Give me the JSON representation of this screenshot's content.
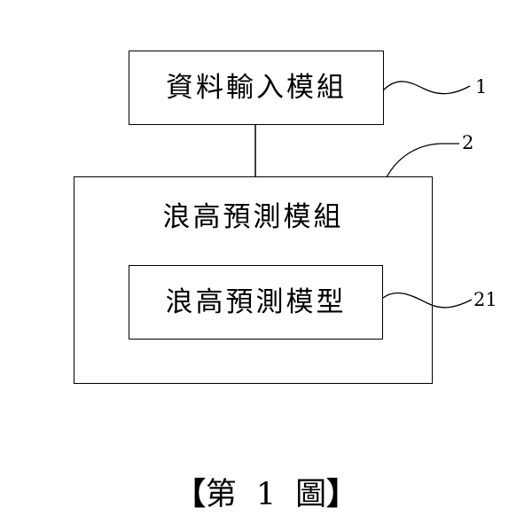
{
  "diagram": {
    "input_module": {
      "label": "資料輸入模組",
      "ref": "1"
    },
    "prediction_module": {
      "label": "浪高預測模組",
      "ref": "2"
    },
    "prediction_model": {
      "label": "浪高預測模型",
      "ref": "21"
    }
  },
  "caption": {
    "open_bracket": "【",
    "prefix": "第",
    "number": "1",
    "suffix": "圖",
    "close_bracket": "】"
  }
}
